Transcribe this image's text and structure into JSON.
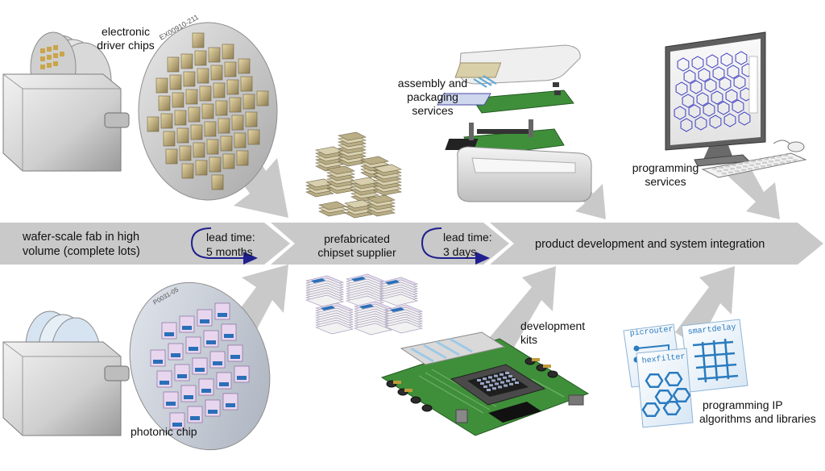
{
  "labels": {
    "electronic_chips": [
      "electronic",
      "driver chips"
    ],
    "photonic_chip": "photonic chip",
    "prefab_supplier": [
      "prefabricated",
      "chipset supplier"
    ],
    "assembly": [
      "assembly and",
      "packaging",
      "services"
    ],
    "programming_services": [
      "programming",
      "services"
    ],
    "development_kits": [
      "development",
      "kits"
    ],
    "programming_ip": [
      "programming IP",
      "algorithms and libraries"
    ]
  },
  "banner": {
    "stage1": [
      "wafer-scale fab in high",
      "volume (complete lots)"
    ],
    "stage3": "product development and system integration",
    "lead1": [
      "lead time:",
      "5 months"
    ],
    "lead2": [
      "lead time:",
      "3 days"
    ]
  },
  "wafer_codes": {
    "electronic": "EX00910-211",
    "photonic": "P0031-05"
  },
  "ip_tiles": {
    "a": "picrouter",
    "b": "smartdelay",
    "c": "hexfilter"
  },
  "colors": {
    "flow_arrow": "#c9c9c9",
    "lead_arrow": "#1f1f8f",
    "pcb_green": "#3f8f3a",
    "ip_blue": "#2a7bbf"
  }
}
